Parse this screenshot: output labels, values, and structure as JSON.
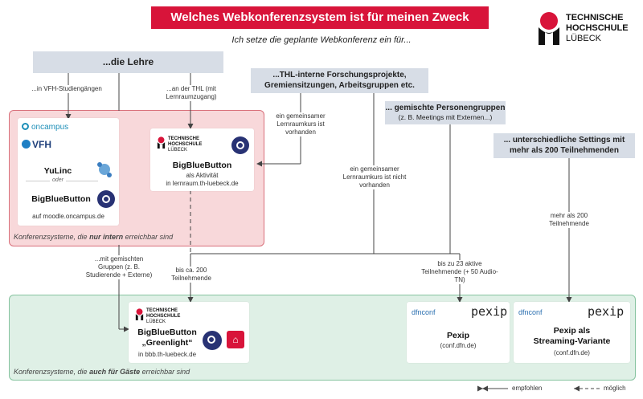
{
  "title": "Welches Webkonferenzsystem ist für meinen Zweck geeignet?",
  "subtitle": "Ich setze die geplante Webkonferenz ein für...",
  "logo": {
    "line1": "TECHNISCHE",
    "line2": "HOCHSCHULE",
    "line3": "LÜBECK"
  },
  "mini_logo": {
    "line1": "TECHNISCHE",
    "line2": "HOCHSCHULE",
    "line3": "LÜBECK"
  },
  "purposes": {
    "lehre": "...die Lehre",
    "intern": "...THL-interne Forschungsprojekte, Gremiensitzungen, Arbeitsgruppen etc.",
    "gemischt_title": "... gemischte Personengruppen",
    "gemischt_sub": "(z. B. Meetings mit Externen...)",
    "settings": "... unterschiedliche Settings mit mehr als 200 Teilnehmenden"
  },
  "annotations": {
    "vfh": "...in VFH-Studiengängen",
    "thl": "...an der THL (mit Lernraumzugang)",
    "lernraum_yes": "ein gemeinsamer Lernraumkurs ist vorhanden",
    "lernraum_no": "ein gemeinsamer Lernraumkurs ist nicht vorhanden",
    "gemischte_gruppen": "...mit gemischten Gruppen (z. B. Studierende + Externe)",
    "bis200": "bis ca. 200 Teilnehmende",
    "bis23": "bis zu 23 aktive Teilnehmende (+ 50 Audio-TN)",
    "mehr200": "mehr als 200 Teilnehmende"
  },
  "zones": {
    "intern_pre": "Konferenzsysteme, die ",
    "intern_em": "nur intern",
    "intern_post": " erreichbar sind",
    "gaeste_pre": "Konferenzsysteme, die ",
    "gaeste_em": "auch für Gäste",
    "gaeste_post": " erreichbar sind"
  },
  "cards": {
    "oncampus": {
      "brand1": "oncampus",
      "brand2": "VFH",
      "yulinc": "YuLinc",
      "oder": "oder",
      "bbb": "BigBlueButton",
      "where": "auf moodle.oncampus.de"
    },
    "bbb_lernraum": {
      "title": "BigBlueButton",
      "sub1": "als Aktivität",
      "sub2": "in lernraum.th-luebeck.de"
    },
    "greenlight": {
      "title1": "BigBlueButton",
      "title2": "„Greenlight“",
      "sub": "in bbb.th-luebeck.de"
    },
    "pexip": {
      "brand": "pexip",
      "dfn": "dfnconf",
      "title": "Pexip",
      "sub": "(conf.dfn.de)"
    },
    "pexip_stream": {
      "brand": "pexip",
      "dfn": "dfnconf",
      "title1": "Pexip als",
      "title2": "Streaming-Variante",
      "sub": "(conf.dfn.de)"
    }
  },
  "legend": {
    "empfohlen": "empfohlen",
    "moeglich": "möglich"
  },
  "colors": {
    "accent": "#d8143a",
    "bbb": "#283274",
    "purpose_bg": "#d7dde6",
    "intern_zone": "#f8d8da",
    "guest_zone": "#dff0e6"
  }
}
